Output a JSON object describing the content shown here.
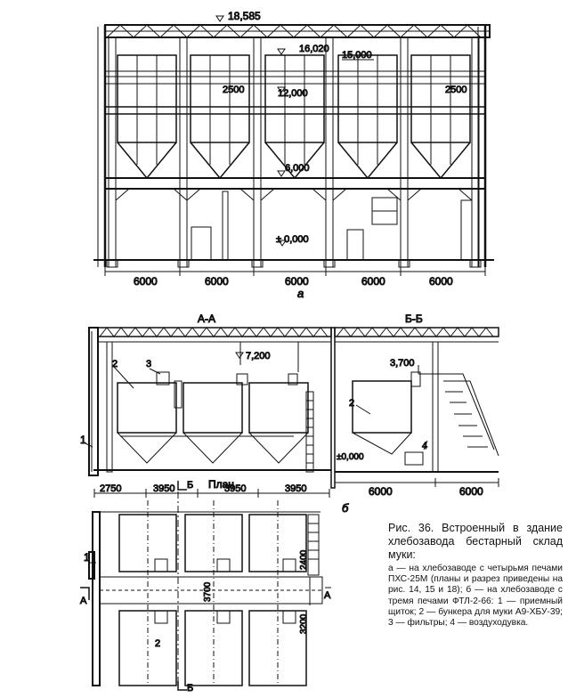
{
  "section_a": {
    "elev_top": "18,585",
    "elev_16": "16,020",
    "elev_15": "15,000",
    "elev_12": "12,000",
    "elev_6": "6,000",
    "elev_0": "± 0,000",
    "dim_left_2500": "2500",
    "dim_right_2500": "2500",
    "spans": [
      "6000",
      "6000",
      "6000",
      "6000",
      "6000"
    ],
    "label": "а"
  },
  "section_aa": {
    "title": "А-А",
    "elev_7": "7,200",
    "elev_0": "±0,000",
    "callout_1": "1",
    "callout_2": "2",
    "callout_3": "3"
  },
  "section_bb": {
    "title": "Б-Б",
    "elev_3": "3,700",
    "callout_2": "2",
    "callout_4": "4",
    "spans": [
      "6000",
      "6000"
    ]
  },
  "plan": {
    "title": "План",
    "dims_top": [
      "2750",
      "3950",
      "3950",
      "3950"
    ],
    "cut_b": "Б",
    "cut_b_bottom": "Б",
    "cut_a_left": "А",
    "cut_a_right": "А",
    "dim_2400": "2400",
    "dim_3700": "3700",
    "dim_3200": "3200",
    "callout_1": "1",
    "callout_2": "2",
    "label": "б"
  },
  "caption": {
    "title": "Рис. 36. Встроенный в здание хлебозавода бестарный склад муки:",
    "body": "а — на хлебозаводе с четырьмя печами ПХС-25М (планы и разрез приведены на рис. 14, 15 и 18); б — на хлебозаводе с тремя печами ФТЛ-2-66: 1 — приемный щиток; 2 — бункера для муки А9-ХБУ-39; 3 — фильтры; 4 — воздуходувка."
  }
}
